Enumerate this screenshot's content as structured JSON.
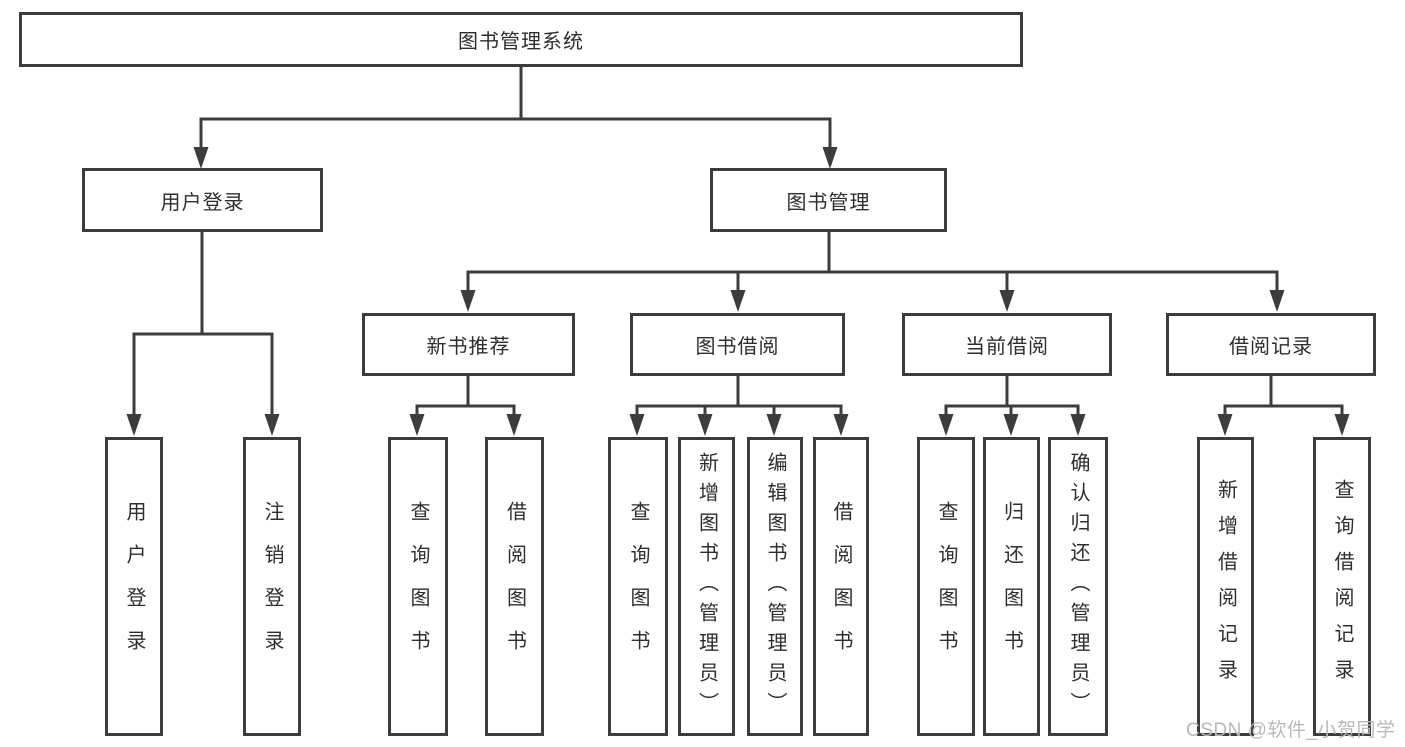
{
  "diagram": {
    "root": {
      "label": "图书管理系统"
    },
    "level2": [
      {
        "label": "用户登录",
        "leaves": [
          {
            "label": "用户登录"
          },
          {
            "label": "注销登录"
          }
        ]
      },
      {
        "label": "图书管理",
        "groups": [
          {
            "label": "新书推荐",
            "leaves": [
              {
                "label": "查询图书"
              },
              {
                "label": "借阅图书"
              }
            ]
          },
          {
            "label": "图书借阅",
            "leaves": [
              {
                "label": "查询图书"
              },
              {
                "label": "新增图书（管理员）"
              },
              {
                "label": "编辑图书（管理员）"
              },
              {
                "label": "借阅图书"
              }
            ]
          },
          {
            "label": "当前借阅",
            "leaves": [
              {
                "label": "查询图书"
              },
              {
                "label": "归还图书"
              },
              {
                "label": "确认归还（管理员）"
              }
            ]
          },
          {
            "label": "借阅记录",
            "leaves": [
              {
                "label": "新增借阅记录"
              },
              {
                "label": "查询借阅记录"
              }
            ]
          }
        ]
      }
    ]
  },
  "watermark": {
    "text": "CSDN @软件_小贺同学"
  },
  "colors": {
    "line": "#3c3c3c",
    "text": "#2e2e2e",
    "watermark": "#b9b9b9",
    "background": "#ffffff"
  }
}
